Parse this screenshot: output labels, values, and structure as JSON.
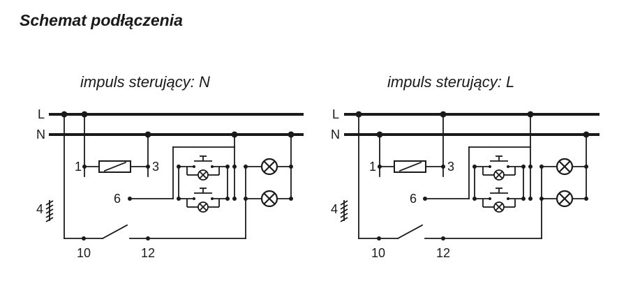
{
  "title": "Schemat podłączenia",
  "panels": [
    {
      "subtitle": "impuls sterujący: N",
      "bus_l": "L",
      "bus_n": "N",
      "t1": "1",
      "t3": "3",
      "t6": "6",
      "t4": "4",
      "t10": "10",
      "t12": "12"
    },
    {
      "subtitle": "impuls sterujący: L",
      "bus_l": "L",
      "bus_n": "N",
      "t1": "1",
      "t3": "3",
      "t6": "6",
      "t4": "4",
      "t10": "10",
      "t12": "12"
    }
  ]
}
